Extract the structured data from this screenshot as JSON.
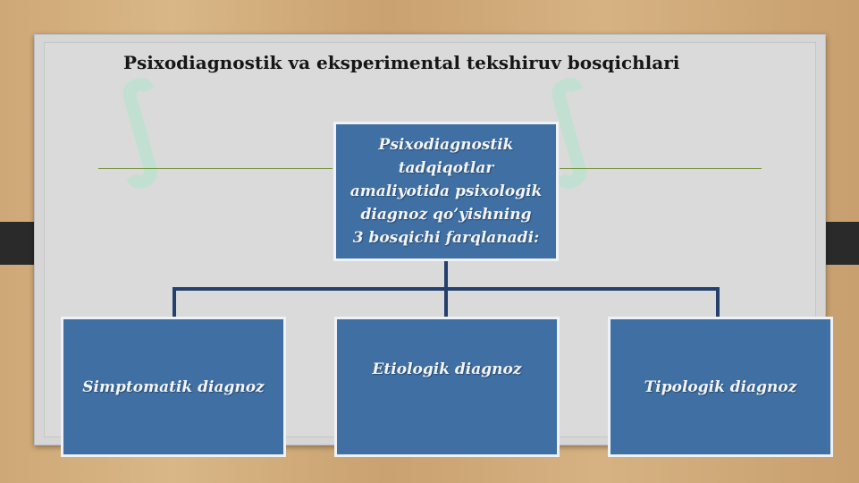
{
  "title": "Psixodiagnostik va eksperimental tekshiruv bosqichlari",
  "diagram": {
    "root": "Psixodiagnostik tadqiqotlar\namaliyotida psixologik\ndiagnoz qo’yishning\n3 bosqichi farqlanadi:",
    "children": [
      "Simptomatik diagnoz",
      "Etiologik diagnoz",
      "Tipologik diagnoz"
    ]
  },
  "colors": {
    "box_fill": "#3f6fa3",
    "connector": "#23406e",
    "accent_line": "#6e8f34",
    "board": "#d6d6d6"
  }
}
